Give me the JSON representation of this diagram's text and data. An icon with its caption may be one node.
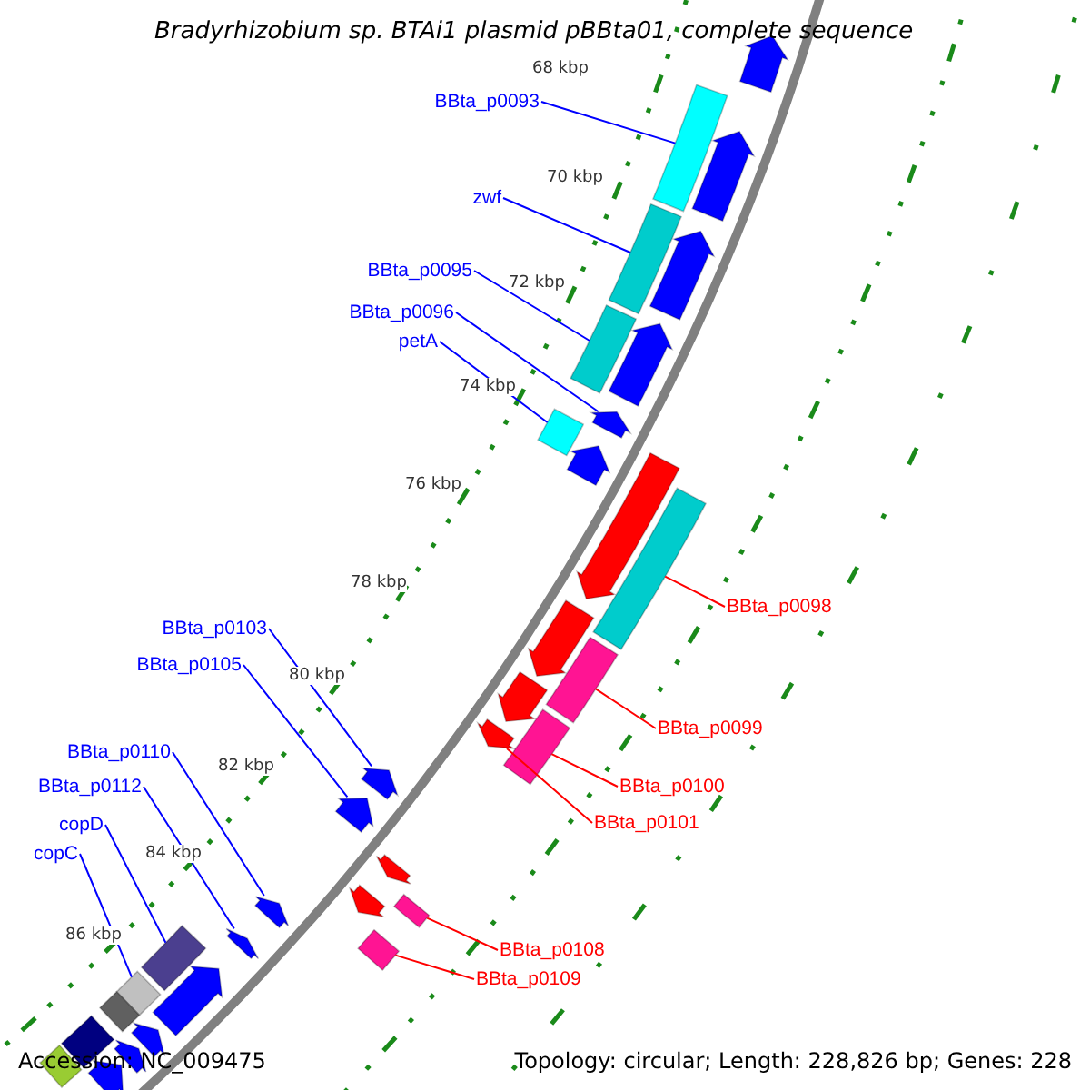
{
  "diagram": {
    "title": "Bradyrhizobium sp. BTAi1 plasmid pBBta01, complete sequence",
    "nodes": [
      {
        "text": [
          "BBta_p0093"
        ]
      },
      {
        "text": [
          "zwf"
        ]
      },
      {
        "text": [
          "BBta_p0095"
        ]
      },
      {
        "text": [
          "BBta_p0096"
        ]
      },
      {
        "text": [
          "petA"
        ]
      },
      {
        "text": [
          "BBta_p0098"
        ]
      },
      {
        "text": [
          "BBta_p0099"
        ]
      },
      {
        "text": [
          "BBta_p0100"
        ]
      },
      {
        "text": [
          "BBta_p0101"
        ]
      },
      {
        "text": [
          "BBta_p0103"
        ]
      },
      {
        "text": [
          "BBta_p0105"
        ]
      },
      {
        "text": [
          "BBta_p0110"
        ]
      },
      {
        "text": [
          "BBta_p0112"
        ]
      },
      {
        "text": [
          "copD"
        ]
      },
      {
        "text": [
          "copC"
        ]
      },
      {
        "text": [
          "BBta_p0108"
        ]
      },
      {
        "text": [
          "BBta_p0109"
        ]
      },
      {
        "text": [],
        "shape": "bar"
      },
      {
        "text": [],
        "shape": "bar"
      },
      {
        "text": [],
        "shape": "bar"
      },
      {
        "text": [],
        "shape": "arrow"
      },
      {
        "text": [],
        "shape": "bar"
      },
      {
        "text": [],
        "shape": "bar"
      },
      {
        "text": [],
        "shape": "bar"
      },
      {
        "text": [],
        "shape": "bar"
      },
      {
        "text": [],
        "shape": "arrow"
      },
      {
        "text": [],
        "shape": "arrow"
      },
      {
        "text": [],
        "shape": "arrow"
      },
      {
        "text": [],
        "shape": "arrow"
      },
      {
        "text": [],
        "shape": "arrow"
      },
      {
        "text": [],
        "shape": "bar"
      },
      {
        "text": [],
        "shape": "bar"
      },
      {
        "text": [],
        "shape": "box"
      },
      {
        "text": [],
        "shape": "box"
      },
      {
        "text": [],
        "shape": "arrow"
      },
      {
        "text": [],
        "shape": "arrow"
      },
      {
        "text": [],
        "shape": "arrow"
      },
      {
        "text": [],
        "shape": "arrow"
      },
      {
        "text": [],
        "shape": "arrow"
      },
      {
        "text": [],
        "shape": "arrow"
      },
      {
        "text": [],
        "shape": "arrow"
      },
      {
        "text": [],
        "shape": "arrow"
      },
      {
        "text": [],
        "shape": "arrow"
      },
      {
        "text": [],
        "shape": "arrow"
      },
      {
        "text": [],
        "shape": "arrow"
      },
      {
        "text": [],
        "shape": "box"
      },
      {
        "text": [],
        "shape": "arrow"
      },
      {
        "text": [],
        "shape": "arrow"
      },
      {
        "text": [],
        "shape": "bar"
      },
      {
        "text": [],
        "shape": "arrow"
      },
      {
        "text": [],
        "shape": "bar"
      }
    ],
    "edges": [
      {
        "from": 0,
        "to": 17,
        "arrow": "none"
      },
      {
        "from": 1,
        "to": 18,
        "arrow": "none"
      },
      {
        "from": 2,
        "to": 19,
        "arrow": "none"
      },
      {
        "from": 3,
        "to": 20,
        "arrow": "none"
      },
      {
        "from": 4,
        "to": 21,
        "arrow": "none"
      },
      {
        "from": 5,
        "to": 22,
        "arrow": "none",
        "color": "#ff0000"
      },
      {
        "from": 6,
        "to": 23,
        "arrow": "none",
        "color": "#ff0000"
      },
      {
        "from": 7,
        "to": 24,
        "arrow": "none",
        "color": "#ff0000"
      },
      {
        "from": 8,
        "to": 25,
        "arrow": "none",
        "color": "#ff0000"
      },
      {
        "from": 9,
        "to": 26,
        "arrow": "none"
      },
      {
        "from": 10,
        "to": 27,
        "arrow": "none"
      },
      {
        "from": 11,
        "to": 28,
        "arrow": "none"
      },
      {
        "from": 12,
        "to": 29,
        "arrow": "none"
      },
      {
        "from": 13,
        "to": 30,
        "arrow": "none"
      },
      {
        "from": 14,
        "to": 31,
        "arrow": "none"
      },
      {
        "from": 15,
        "to": 32,
        "arrow": "none",
        "color": "#ff0000"
      },
      {
        "from": 16,
        "to": 33,
        "arrow": "none",
        "color": "#ff0000"
      }
    ],
    "labels": [
      "68 kbp",
      "70 kbp",
      "72 kbp",
      "74 kbp",
      "76 kbp",
      "78 kbp",
      "80 kbp",
      "82 kbp",
      "84 kbp",
      "86 kbp",
      "Accession: NC_009475",
      "Topology: circular; Length: 228,826 bp; Genes: 228"
    ]
  }
}
